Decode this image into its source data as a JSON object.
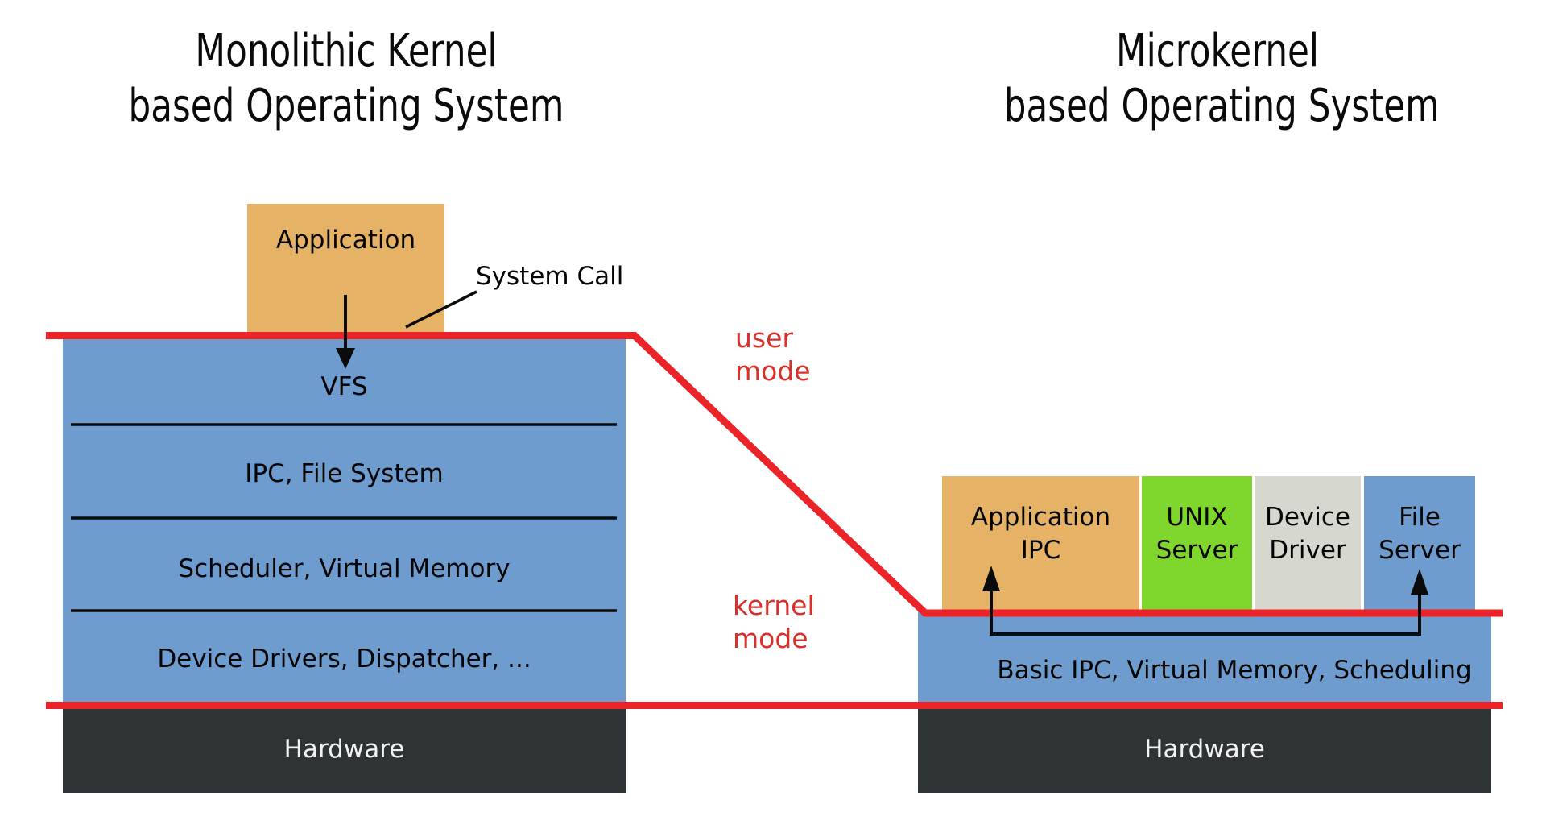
{
  "colors": {
    "user_space_box": "#e5b266",
    "kernel_box_blue": "#6f9cce",
    "unix_server_green": "#7fd62c",
    "device_driver_gray": "#d6d8d0",
    "hardware_dark": "#2e3436",
    "mode_line_red": "#ea2428",
    "mode_label_red": "#d8302a",
    "hardware_label_text": "#f2f2f0",
    "text": "#000000"
  },
  "monolithic": {
    "title_line1": "Monolithic Kernel",
    "title_line2": "based Operating System",
    "application_label": "Application",
    "system_call_label": "System Call",
    "layers": [
      "VFS",
      "IPC, File System",
      "Scheduler, Virtual Memory",
      "Device Drivers, Dispatcher, ..."
    ],
    "hardware_label": "Hardware"
  },
  "microkernel": {
    "title_line1": "Microkernel",
    "title_line2": "based Operating System",
    "servers": [
      {
        "line1": "Application",
        "line2": "IPC"
      },
      {
        "line1": "UNIX",
        "line2": "Server"
      },
      {
        "line1": "Device",
        "line2": "Driver"
      },
      {
        "line1": "File",
        "line2": "Server"
      }
    ],
    "kernel_label": "Basic IPC, Virtual Memory, Scheduling",
    "hardware_label": "Hardware"
  },
  "mode_labels": {
    "user_line1": "user",
    "user_line2": "mode",
    "kernel_line1": "kernel",
    "kernel_line2": "mode"
  }
}
